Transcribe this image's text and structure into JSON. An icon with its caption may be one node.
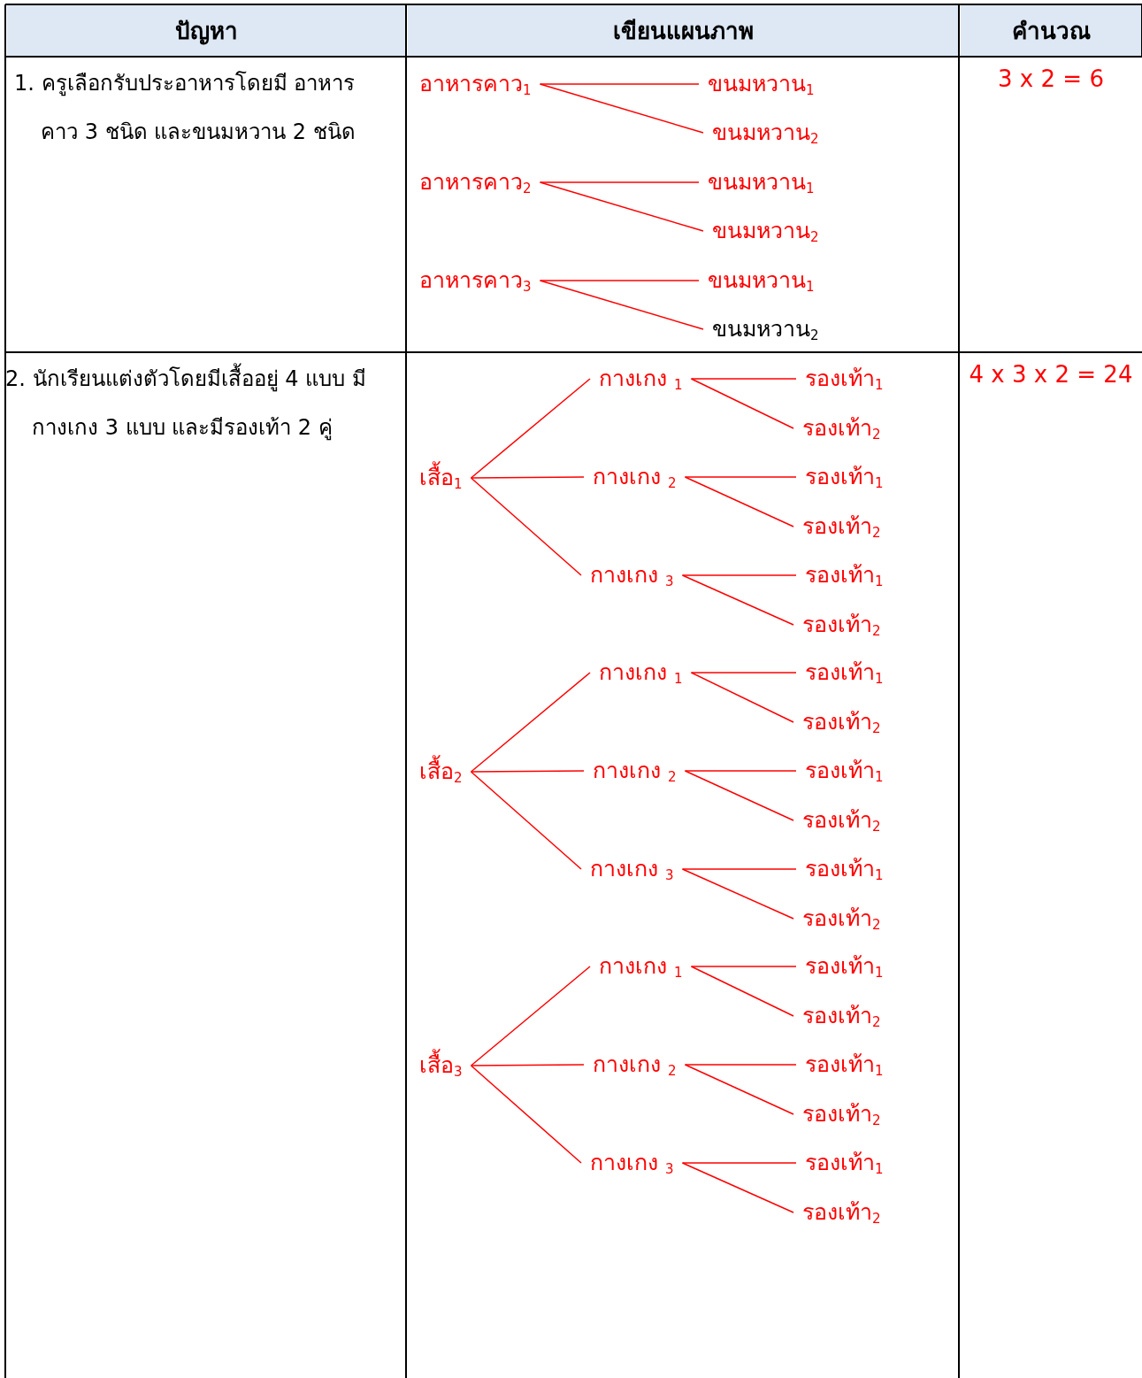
{
  "diagram": {
    "nodes": [
      {
        "text": [
          "อาหารคาว$_{1}$"
        ]
      },
      {
        "text": [
          "ขนมหวาน$_{1}$"
        ]
      },
      {
        "text": [
          "ขนมหวาน$_{2}$"
        ]
      },
      {
        "text": [
          "อาหารคาว$_{2}$"
        ]
      },
      {
        "text": [
          "ขนมหวาน$_{1}$"
        ]
      },
      {
        "text": [
          "ขนมหวาน$_{2}$"
        ]
      },
      {
        "text": [
          "อาหารคาว$_{3}$"
        ]
      },
      {
        "text": [
          "ขนมหวาน$_{1}$"
        ]
      },
      {
        "text": [
          "ขนมหวาน$_{2}$"
        ]
      },
      {
        "text": [
          "เสื้อ$_{1}$"
        ]
      },
      {
        "text": [
          "กางเกง $_{1}$"
        ]
      },
      {
        "text": [
          "รองเท้า$_{1}$"
        ]
      },
      {
        "text": [
          "รองเท้า$_{2}$"
        ]
      },
      {
        "text": [
          "กางเกง $_{2}$"
        ]
      },
      {
        "text": [
          "รองเท้า$_{1}$"
        ]
      },
      {
        "text": [
          "รองเท้า$_{2}$"
        ]
      },
      {
        "text": [
          "กางเกง $_{3}$"
        ]
      },
      {
        "text": [
          "รองเท้า$_{1}$"
        ]
      },
      {
        "text": [
          "รองเท้า$_{2}$"
        ]
      },
      {
        "text": [
          "เสื้อ$_{2}$"
        ]
      },
      {
        "text": [
          "กางเกง $_{1}$"
        ]
      },
      {
        "text": [
          "รองเท้า$_{1}$"
        ]
      },
      {
        "text": [
          "รองเท้า$_{2}$"
        ]
      },
      {
        "text": [
          "กางเกง $_{2}$"
        ]
      },
      {
        "text": [
          "รองเท้า$_{1}$"
        ]
      },
      {
        "text": [
          "รองเท้า$_{2}$"
        ]
      },
      {
        "text": [
          "กางเกง $_{3}$"
        ]
      },
      {
        "text": [
          "รองเท้า$_{1}$"
        ]
      },
      {
        "text": [
          "รองเท้า$_{2}$"
        ]
      },
      {
        "text": [
          "เสื้อ$_{3}$"
        ]
      },
      {
        "text": [
          "กางเกง $_{1}$"
        ]
      },
      {
        "text": [
          "รองเท้า$_{1}$"
        ]
      },
      {
        "text": [
          "รองเท้า$_{2}$"
        ]
      },
      {
        "text": [
          "กางเกง $_{2}$"
        ]
      },
      {
        "text": [
          "รองเท้า$_{1}$"
        ]
      },
      {
        "text": [
          "รองเท้า$_{2}$"
        ]
      },
      {
        "text": [
          "กางเกง $_{3}$"
        ]
      },
      {
        "text": [
          "รองเท้า$_{1}$"
        ]
      },
      {
        "text": [
          "รองเท้า$_{2}$"
        ]
      }
    ],
    "edges": [
      {
        "from": 0,
        "to": 1,
        "arrow": "none"
      },
      {
        "from": 0,
        "to": 2,
        "arrow": "none"
      },
      {
        "from": 3,
        "to": 4,
        "arrow": "none"
      },
      {
        "from": 3,
        "to": 5,
        "arrow": "none"
      },
      {
        "from": 6,
        "to": 7,
        "arrow": "none"
      },
      {
        "from": 6,
        "to": 8,
        "arrow": "none"
      },
      {
        "from": 9,
        "to": 10,
        "arrow": "none"
      },
      {
        "from": 9,
        "to": 13,
        "arrow": "none"
      },
      {
        "from": 9,
        "to": 16,
        "arrow": "none"
      },
      {
        "from": 10,
        "to": 11,
        "arrow": "none"
      },
      {
        "from": 10,
        "to": 12,
        "arrow": "none"
      },
      {
        "from": 13,
        "to": 14,
        "arrow": "none"
      },
      {
        "from": 13,
        "to": 15,
        "arrow": "none"
      },
      {
        "from": 16,
        "to": 17,
        "arrow": "none"
      },
      {
        "from": 16,
        "to": 18,
        "arrow": "none"
      },
      {
        "from": 19,
        "to": 20,
        "arrow": "none"
      },
      {
        "from": 19,
        "to": 23,
        "arrow": "none"
      },
      {
        "from": 19,
        "to": 26,
        "arrow": "none"
      },
      {
        "from": 20,
        "to": 21,
        "arrow": "none"
      },
      {
        "from": 20,
        "to": 22,
        "arrow": "none"
      },
      {
        "from": 23,
        "to": 24,
        "arrow": "none"
      },
      {
        "from": 23,
        "to": 25,
        "arrow": "none"
      },
      {
        "from": 26,
        "to": 27,
        "arrow": "none"
      },
      {
        "from": 26,
        "to": 28,
        "arrow": "none"
      },
      {
        "from": 29,
        "to": 30,
        "arrow": "none"
      },
      {
        "from": 29,
        "to": 33,
        "arrow": "none"
      },
      {
        "from": 29,
        "to": 36,
        "arrow": "none"
      },
      {
        "from": 30,
        "to": 31,
        "arrow": "none"
      },
      {
        "from": 30,
        "to": 32,
        "arrow": "none"
      },
      {
        "from": 33,
        "to": 34,
        "arrow": "none"
      },
      {
        "from": 33,
        "to": 35,
        "arrow": "none"
      },
      {
        "from": 36,
        "to": 37,
        "arrow": "none"
      },
      {
        "from": 36,
        "to": 38,
        "arrow": "none"
      }
    ],
    "labels": [
      "ปัญหา",
      "เขียนแผนภาพ",
      "คำนวณ",
      "1. ครูเลือกรับประอาหารโดยมี อาหาร คาว 3 ชนิด และขนมหวาน 2 ชนิด",
      "3 x 2 = 6",
      "2. นักเรียนแต่งตัวโดยมีเสื้ออยู่ 4 แบบ มีกางเกง 3 แบบ และมีรองเท้า 2 คู่",
      "4 x 3 x 2 = 24"
    ]
  }
}
